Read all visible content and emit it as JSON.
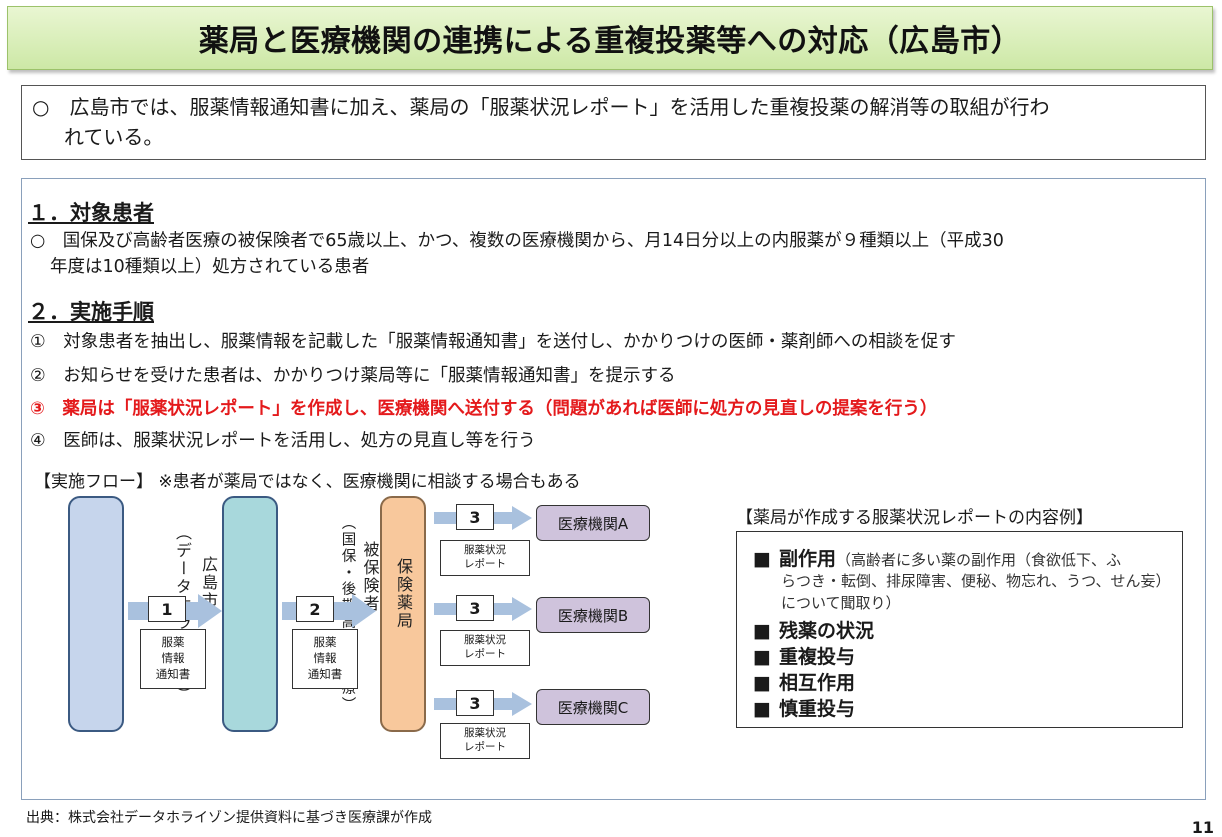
{
  "title": "薬局と医療機関の連携による重複投薬等への対応（広島市）",
  "intro": {
    "line1": "○　広島市では、服薬情報通知書に加え、薬局の「服薬状況レポート」を活用した重複投薬の解消等の取組が行わ",
    "line2": "れている。"
  },
  "section1": {
    "heading": "１．対象患者",
    "line1": "○　国保及び高齢者医療の被保険者で65歳以上、かつ、複数の医療機関から、月14日分以上の内服薬が９種類以上（平成30",
    "line2": "年度は10種類以上）処方されている患者"
  },
  "section2": {
    "heading": "２．実施手順",
    "steps": [
      "①　対象患者を抽出し、服薬情報を記載した「服薬情報通知書」を送付し、かかりつけの医師・薬剤師への相談を促す",
      "②　お知らせを受けた患者は、かかりつけ薬局等に「服薬情報通知書」を提示する",
      "③　薬局は「服薬状況レポート」を作成し、医療機関へ送付する（問題があれば医師に処方の見直しの提案を行う）",
      "④　医師は、服薬状況レポートを活用し、処方の見直し等を行う"
    ]
  },
  "flow": {
    "label": "【実施フロー】 ※患者が薬局ではなく、医療機関に相談する場合もある",
    "node_hiroshima": "広島市（データホライゾン）",
    "node_hiroshima_col1": "広島市",
    "node_hiroshima_col2": "（データホライゾン）",
    "node_insured_col1": "被保険者",
    "node_insured_col2": "（国保・後期高齢者医療）",
    "node_pharmacy": "保険薬局",
    "step1": "1",
    "step2": "2",
    "step3": "3",
    "doc_notice": [
      "服薬",
      "情報",
      "通知書"
    ],
    "doc_report": [
      "服薬状況",
      "レポート"
    ],
    "hospitals": [
      "医療機関A",
      "医療機関B",
      "医療機関C"
    ]
  },
  "report": {
    "label": "【薬局が作成する服薬状況レポートの内容例】",
    "bullet": "■",
    "items": [
      {
        "title": "副作用",
        "note": "（高齢者に多い薬の副作用（食欲低下、ふ",
        "note2": "らつき・転倒、排尿障害、便秘、物忘れ、うつ、せん妄）",
        "note3": "について聞取り）"
      },
      {
        "title": "残薬の状況"
      },
      {
        "title": "重複投与"
      },
      {
        "title": "相互作用"
      },
      {
        "title": "慎重投与"
      }
    ]
  },
  "footer": "出典：株式会社データホライゾン提供資料に基づき医療課が作成",
  "page_number": "11",
  "colors": {
    "title_bg": "#d4ecb0",
    "hiroshima_node": "#c6d5ec",
    "insured_node": "#a8d8dc",
    "pharmacy_node": "#f8c89c",
    "hospital": "#cfc3dc",
    "arrow": "#a9c1de",
    "highlight_red": "#e41a1c"
  }
}
